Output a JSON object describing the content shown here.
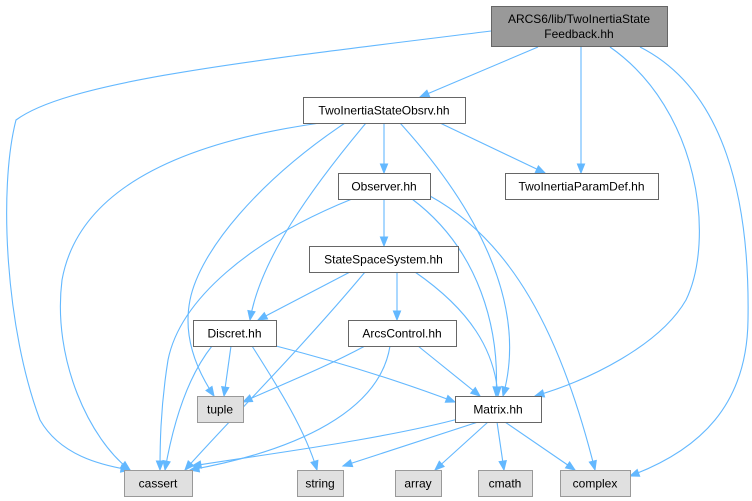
{
  "colors": {
    "edge": "#63b8ff",
    "root_fill": "#999999",
    "root_border": "#666666",
    "file_fill": "#ffffff",
    "file_border": "#666666",
    "system_fill": "#e0e0e0",
    "system_border": "#999999"
  },
  "nodes": {
    "root": {
      "lines": [
        "ARCS6/lib/TwoInertiaState",
        "Feedback.hh"
      ],
      "kind": "root"
    },
    "twoinertia_obsrv": {
      "lines": [
        "TwoInertiaStateObsrv.hh"
      ],
      "kind": "file"
    },
    "observer": {
      "lines": [
        "Observer.hh"
      ],
      "kind": "file"
    },
    "twoinertia_paramdef": {
      "lines": [
        "TwoInertiaParamDef.hh"
      ],
      "kind": "file"
    },
    "statespacesystem": {
      "lines": [
        "StateSpaceSystem.hh"
      ],
      "kind": "file"
    },
    "discret": {
      "lines": [
        "Discret.hh"
      ],
      "kind": "file"
    },
    "arcscontrol": {
      "lines": [
        "ArcsControl.hh"
      ],
      "kind": "file"
    },
    "tuple": {
      "lines": [
        "tuple"
      ],
      "kind": "system"
    },
    "matrix": {
      "lines": [
        "Matrix.hh"
      ],
      "kind": "file"
    },
    "cassert": {
      "lines": [
        "cassert"
      ],
      "kind": "system"
    },
    "string": {
      "lines": [
        "string"
      ],
      "kind": "system"
    },
    "array": {
      "lines": [
        "array"
      ],
      "kind": "system"
    },
    "cmath": {
      "lines": [
        "cmath"
      ],
      "kind": "system"
    },
    "complex": {
      "lines": [
        "complex"
      ],
      "kind": "system"
    }
  },
  "edges": [
    {
      "from": "root",
      "to": "twoinertia_obsrv"
    },
    {
      "from": "root",
      "to": "twoinertia_paramdef"
    },
    {
      "from": "root",
      "to": "matrix"
    },
    {
      "from": "root",
      "to": "cassert"
    },
    {
      "from": "root",
      "to": "complex"
    },
    {
      "from": "twoinertia_obsrv",
      "to": "observer"
    },
    {
      "from": "twoinertia_obsrv",
      "to": "twoinertia_paramdef"
    },
    {
      "from": "twoinertia_obsrv",
      "to": "discret"
    },
    {
      "from": "twoinertia_obsrv",
      "to": "tuple"
    },
    {
      "from": "twoinertia_obsrv",
      "to": "matrix"
    },
    {
      "from": "twoinertia_obsrv",
      "to": "cassert"
    },
    {
      "from": "observer",
      "to": "statespacesystem"
    },
    {
      "from": "observer",
      "to": "matrix"
    },
    {
      "from": "observer",
      "to": "cassert"
    },
    {
      "from": "observer",
      "to": "complex"
    },
    {
      "from": "statespacesystem",
      "to": "discret"
    },
    {
      "from": "statespacesystem",
      "to": "arcscontrol"
    },
    {
      "from": "statespacesystem",
      "to": "matrix"
    },
    {
      "from": "statespacesystem",
      "to": "cassert"
    },
    {
      "from": "discret",
      "to": "tuple"
    },
    {
      "from": "discret",
      "to": "matrix"
    },
    {
      "from": "discret",
      "to": "cassert"
    },
    {
      "from": "discret",
      "to": "string"
    },
    {
      "from": "arcscontrol",
      "to": "tuple"
    },
    {
      "from": "arcscontrol",
      "to": "matrix"
    },
    {
      "from": "arcscontrol",
      "to": "cassert"
    },
    {
      "from": "matrix",
      "to": "cassert"
    },
    {
      "from": "matrix",
      "to": "string"
    },
    {
      "from": "matrix",
      "to": "array"
    },
    {
      "from": "matrix",
      "to": "cmath"
    },
    {
      "from": "matrix",
      "to": "complex"
    }
  ]
}
